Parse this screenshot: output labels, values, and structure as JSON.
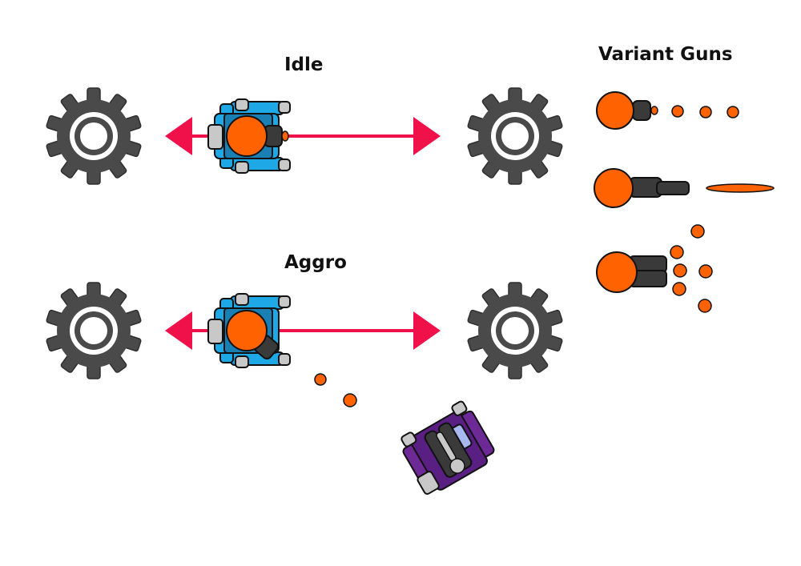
{
  "labels": {
    "idle": "Idle",
    "aggro": "Aggro",
    "variant_guns": "Variant Guns"
  },
  "colors": {
    "background": "#ffffff",
    "gear": "#4a4a4a",
    "arrow": "#f0114a",
    "orange": "#ff6200",
    "blue_tank": "#1ea8e6",
    "purple_tank": "#6d2a96",
    "tread_gray": "#c8c8c8",
    "barrel": "#3a3a3a"
  },
  "icons": [
    "gear-icon",
    "double-arrow-icon",
    "blue-tank-icon",
    "purple-tank-icon",
    "orange-bullet-icon"
  ],
  "variant_guns": [
    {
      "name": "single-barrel",
      "projectile": "small-bullets"
    },
    {
      "name": "long-barrel",
      "projectile": "laser-beam"
    },
    {
      "name": "double-barrel",
      "projectile": "spread-bullets"
    }
  ]
}
